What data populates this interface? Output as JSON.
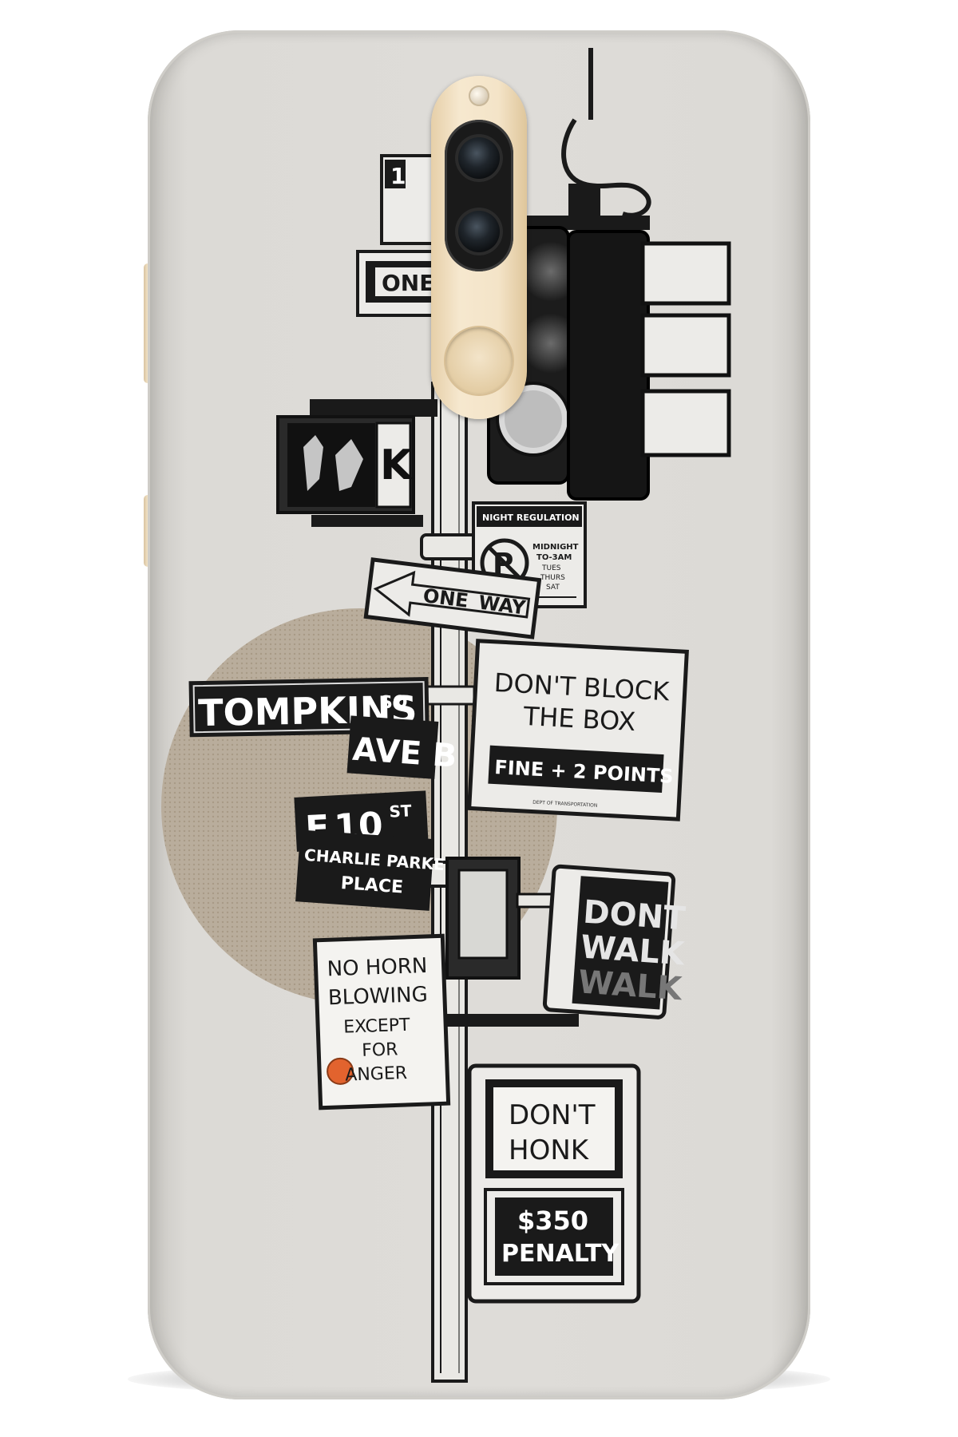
{
  "product": {
    "case_color": "#dedcd8",
    "accent_circle_color": "#b8ab9a",
    "camera_module_color": "#f2e2c4"
  },
  "signs": {
    "one_way_top": "ONE",
    "walk_box": "K",
    "night_regulation": {
      "header": "NIGHT REGULATION",
      "line1": "MIDNIGHT",
      "line2": "TO-3AM",
      "line3": "TUES",
      "line4": "THURS",
      "line5": "SAT"
    },
    "one_way": {
      "word1": "ONE",
      "word2": "WAY"
    },
    "tompkins": {
      "name": "TOMPKINS",
      "suffix": "SQ"
    },
    "ave_b": "AVE B",
    "e10": {
      "prefix": "E",
      "number": "10",
      "suffix": "ST"
    },
    "charlie_parker": {
      "line1": "CHARLIE PARKER",
      "line2": "PLACE"
    },
    "dont_block": {
      "line1": "DON'T BLOCK",
      "line2": "THE BOX",
      "fine": "FINE + 2 POINTS",
      "dept": "DEPT OF TRANSPORTATION"
    },
    "dont_walk": {
      "line1": "DONT",
      "line2": "WALK",
      "line3": "WALK"
    },
    "no_horn": {
      "line1": "NO HORN",
      "line2": "BLOWING",
      "line3": "EXCEPT",
      "line4": "FOR",
      "line5": "ANGER"
    },
    "dont_honk": {
      "line1": "DON'T",
      "line2": "HONK",
      "line3": "$350",
      "line4": "PENALTY"
    }
  }
}
